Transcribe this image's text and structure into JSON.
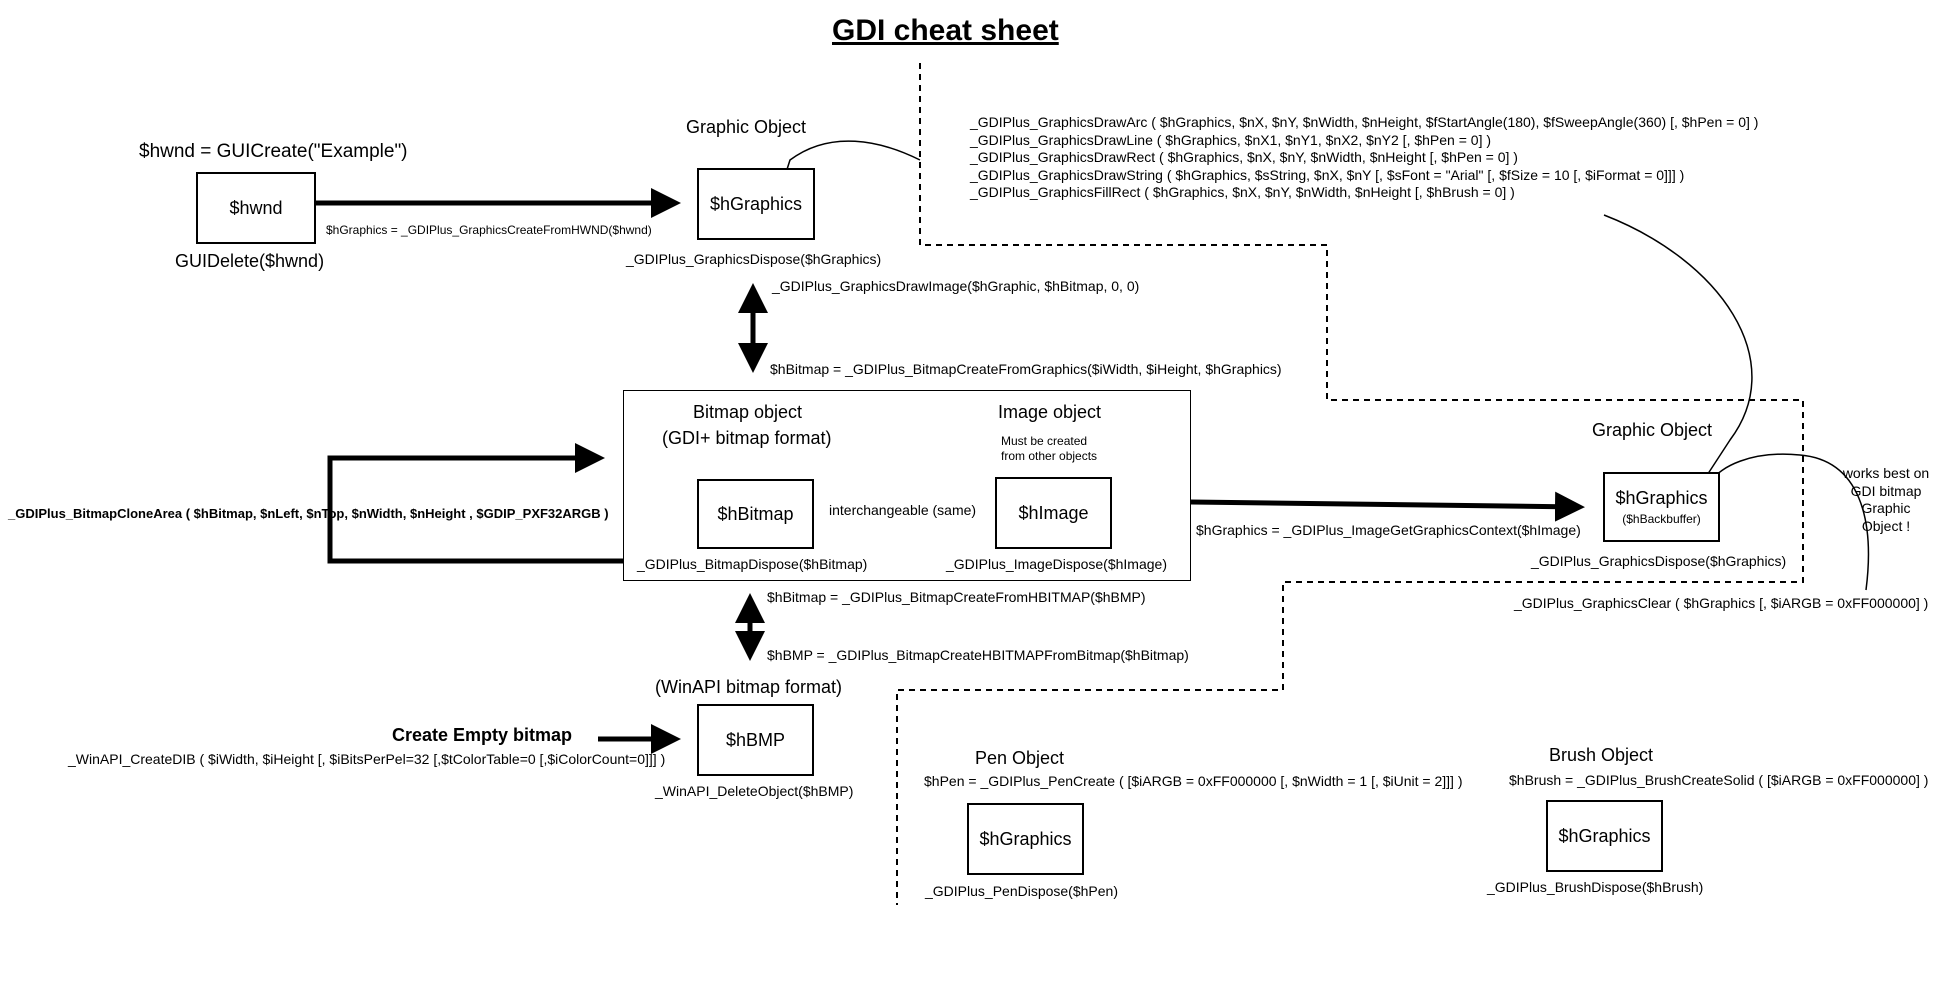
{
  "title": "GDI cheat sheet",
  "gui": {
    "create": "$hwnd = GUICreate(\"Example\")",
    "box": "$hwnd",
    "delete": "GUIDelete($hwnd)",
    "create_graphics": "$hGraphics = _GDIPlus_GraphicsCreateFromHWND($hwnd)"
  },
  "graphic_top": {
    "heading": "Graphic Object",
    "box": "$hGraphics",
    "dispose": "_GDIPlus_GraphicsDispose($hGraphics)",
    "draw_image": "_GDIPlus_GraphicsDrawImage($hGraphic, $hBitmap, 0, 0)",
    "bitmap_from_graphics": "$hBitmap = _GDIPlus_BitmapCreateFromGraphics($iWidth, $iHeight, $hGraphics)"
  },
  "functions": [
    "_GDIPlus_GraphicsDrawArc ( $hGraphics, $nX, $nY, $nWidth, $nHeight, $fStartAngle(180), $fSweepAngle(360) [, $hPen = 0] )",
    "_GDIPlus_GraphicsDrawLine ( $hGraphics, $nX1, $nY1, $nX2, $nY2 [, $hPen = 0] )",
    "_GDIPlus_GraphicsDrawRect ( $hGraphics, $nX, $nY, $nWidth, $nHeight [, $hPen = 0] )",
    "_GDIPlus_GraphicsDrawString ( $hGraphics, $sString, $nX, $nY [, $sFont = \"Arial\" [, $fSize = 10 [, $iFormat = 0]]] )",
    "_GDIPlus_GraphicsFillRect ( $hGraphics, $nX, $nY, $nWidth, $nHeight [, $hBrush = 0] )"
  ],
  "bitmap": {
    "heading": "Bitmap object",
    "format": "(GDI+ bitmap format)",
    "box": "$hBitmap",
    "dispose": "_GDIPlus_BitmapDispose($hBitmap)",
    "interchangeable": "interchangeable (same)",
    "clone": "_GDIPlus_BitmapCloneArea ( $hBitmap, $nLeft, $nTop, $nWidth, $nHeight , $GDIP_PXF32ARGB )"
  },
  "image": {
    "heading": "Image object",
    "note": [
      "Must be created",
      "from other objects"
    ],
    "box": "$hImage",
    "dispose": "_GDIPlus_ImageDispose($hImage)",
    "get_context": "$hGraphics = _GDIPlus_ImageGetGraphicsContext($hImage)"
  },
  "graphic_right": {
    "heading": "Graphic Object",
    "box": "$hGraphics",
    "sub": "($hBackbuffer)",
    "dispose": "_GDIPlus_GraphicsDispose($hGraphics)",
    "clear": "_GDIPlus_GraphicsClear ( $hGraphics [, $iARGB = 0xFF000000] )",
    "note": [
      "works best on",
      "GDI bitmap",
      "Graphic",
      "Object !"
    ]
  },
  "hbmp": {
    "from_hbitmap": "$hBitmap = _GDIPlus_BitmapCreateFromHBITMAP($hBMP)",
    "create_hbitmap": "$hBMP = _GDIPlus_BitmapCreateHBITMAPFromBitmap($hBitmap)",
    "format": "(WinAPI bitmap format)",
    "create_empty": "Create Empty bitmap",
    "create_dib": "_WinAPI_CreateDIB ( $iWidth, $iHeight [, $iBitsPerPel=32 [,$tColorTable=0 [,$iColorCount=0]]] )",
    "box": "$hBMP",
    "delete": "_WinAPI_DeleteObject($hBMP)"
  },
  "pen": {
    "heading": "Pen Object",
    "create": "$hPen = _GDIPlus_PenCreate ( [$iARGB = 0xFF000000 [, $nWidth = 1 [, $iUnit = 2]]] )",
    "box": "$hGraphics",
    "dispose": "_GDIPlus_PenDispose($hPen)"
  },
  "brush": {
    "heading": "Brush Object",
    "create": "$hBrush = _GDIPlus_BrushCreateSolid ( [$iARGB = 0xFF000000] )",
    "box": "$hGraphics",
    "dispose": "_GDIPlus_BrushDispose($hBrush)"
  }
}
